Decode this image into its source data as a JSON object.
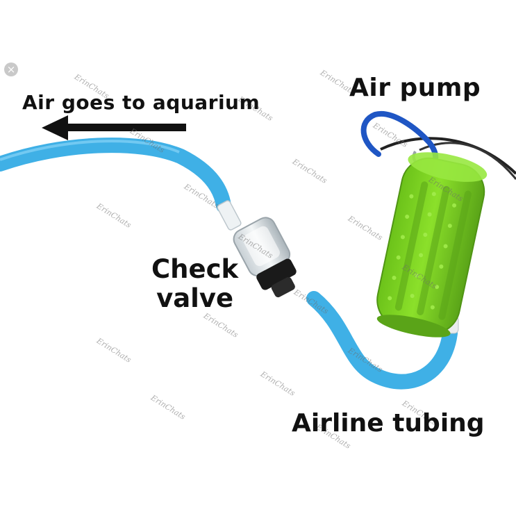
{
  "labels": {
    "air_goes_to_aquarium": "Air goes to aquarium",
    "air_pump": "Air pump",
    "check_valve_line1": "Check",
    "check_valve_line2": "valve",
    "airline_tubing": "Airline tubing"
  },
  "close_icon_glyph": "×",
  "watermark_text": "ErinChats",
  "colors": {
    "tubing": "#3fb0e6",
    "pump_body": "#7ed321",
    "pump_shadow": "#5aa418",
    "carabiner": "#1f56c4",
    "arrow": "#111111",
    "valve_dark": "#1a1a1a",
    "valve_clear": "#dfe6ea",
    "label_text": "#111111"
  },
  "icons": {
    "direction_arrow": "arrow-left-icon",
    "close": "close-icon"
  }
}
